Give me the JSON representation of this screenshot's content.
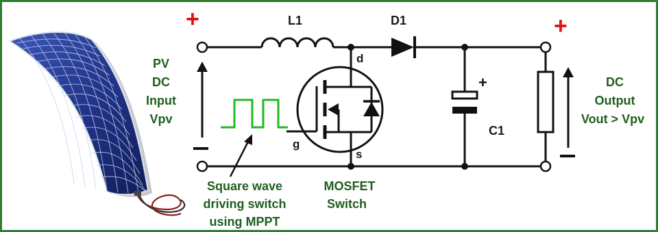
{
  "diagram": {
    "labels": {
      "inductor": "L1",
      "diode": "D1",
      "capacitor": "C1",
      "drain": "d",
      "gate": "g",
      "source": "s",
      "cap_plus": "+",
      "input_plus": "+",
      "output_plus": "+"
    },
    "input_label_lines": [
      "PV",
      "DC",
      "Input",
      "Vpv"
    ],
    "output_label_lines": [
      "DC",
      "Output",
      "Vout > Vpv"
    ],
    "square_wave_label_lines": [
      "Square wave",
      "driving switch",
      "using MPPT"
    ],
    "mosfet_label_lines": [
      "MOSFET",
      "Switch"
    ],
    "colors": {
      "frame": "#2e7d32",
      "label_green": "#1e5e1e",
      "square_wave": "#22b822",
      "plus_sign": "#e01010",
      "wire": "#111111"
    },
    "icons": [
      "solar-panel-image",
      "mosfet-symbol",
      "inductor-symbol",
      "diode-symbol",
      "capacitor-symbol",
      "resistor-load-symbol"
    ]
  }
}
